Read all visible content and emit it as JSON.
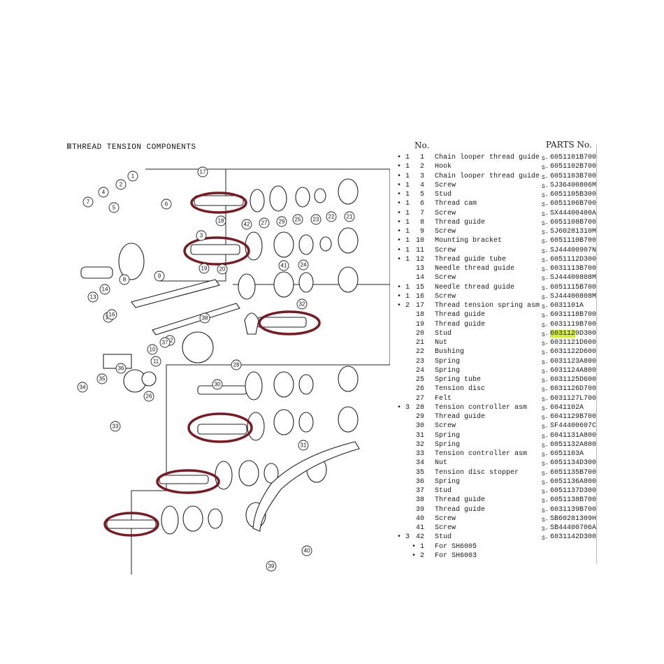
{
  "section_title": "ⅢTHREAD TENSION COMPONENTS",
  "header": {
    "no_label": "No.",
    "parts_label": "PARTS No."
  },
  "parts": [
    {
      "mark": "• 1",
      "num": "1",
      "desc": "Chain looper thread guide",
      "pfx": "S-",
      "pno": "6051101B700"
    },
    {
      "mark": "• 1",
      "num": "2",
      "desc": "Hook",
      "pfx": "S-",
      "pno": "6051102B700"
    },
    {
      "mark": "• 1",
      "num": "3",
      "desc": "Chain looper thread guide",
      "pfx": "S-",
      "pno": "6051103B700"
    },
    {
      "mark": "• 1",
      "num": "4",
      "desc": "Screw",
      "pfx": "S-",
      "pno": "SJ36400806M"
    },
    {
      "mark": "• 1",
      "num": "5",
      "desc": "Stud",
      "pfx": "S-",
      "pno": "6051105B300"
    },
    {
      "mark": "• 1",
      "num": "6",
      "desc": "Thread cam",
      "pfx": "S-",
      "pno": "6051106B700"
    },
    {
      "mark": "• 1",
      "num": "7",
      "desc": "Screw",
      "pfx": "S-",
      "pno": "SX44400400A"
    },
    {
      "mark": "• 1",
      "num": "8",
      "desc": "Thread guide",
      "pfx": "S-",
      "pno": "6051108B700"
    },
    {
      "mark": "• 1",
      "num": "9",
      "desc": "Screw",
      "pfx": "S-",
      "pno": "SJ60281310M"
    },
    {
      "mark": "• 1",
      "num": "10",
      "desc": "Mounting bracket",
      "pfx": "S-",
      "pno": "6051110B700"
    },
    {
      "mark": "• 1",
      "num": "11",
      "desc": "Screw",
      "pfx": "S-",
      "pno": "SJ44400907N"
    },
    {
      "mark": "• 1",
      "num": "12",
      "desc": "Thread guide tube",
      "pfx": "S-",
      "pno": "6051112D300"
    },
    {
      "mark": "",
      "num": "13",
      "desc": "Needle thread guide",
      "pfx": "S-",
      "pno": "6031113B700"
    },
    {
      "mark": "",
      "num": "14",
      "desc": "Screw",
      "pfx": "S-",
      "pno": "SJ44400808M"
    },
    {
      "mark": "• 1",
      "num": "15",
      "desc": "Needle thread guide",
      "pfx": "S-",
      "pno": "6051115B700"
    },
    {
      "mark": "• 1",
      "num": "16",
      "desc": "Screw",
      "pfx": "S-",
      "pno": "SJ44400808M"
    },
    {
      "mark": "• 2",
      "num": "17",
      "desc": "Thread tension spring asm",
      "pfx": "S-",
      "pno": "6031101A"
    },
    {
      "mark": "",
      "num": "18",
      "desc": "Thread guide",
      "pfx": "S-",
      "pno": "6031118B700"
    },
    {
      "mark": "",
      "num": "19",
      "desc": "Thread guide",
      "pfx": "S-",
      "pno": "6031119B700"
    },
    {
      "mark": "",
      "num": "20",
      "desc": "Stud",
      "pfx": "S-",
      "pno_hl": "603112",
      "pno": "0D300"
    },
    {
      "mark": "",
      "num": "21",
      "desc": "Nut",
      "pfx": "S-",
      "pno": "6031121D600"
    },
    {
      "mark": "",
      "num": "22",
      "desc": "Bushing",
      "pfx": "S-",
      "pno": "6031122D600"
    },
    {
      "mark": "",
      "num": "23",
      "desc": "Spring",
      "pfx": "S-",
      "pno": "6031123A800"
    },
    {
      "mark": "",
      "num": "24",
      "desc": "Spring",
      "pfx": "S-",
      "pno": "6031124A800"
    },
    {
      "mark": "",
      "num": "25",
      "desc": "Spring tube",
      "pfx": "S-",
      "pno": "6031125D600"
    },
    {
      "mark": "",
      "num": "26",
      "desc": "Tension disc",
      "pfx": "S-",
      "pno": "6031126D700"
    },
    {
      "mark": "",
      "num": "27",
      "desc": "Felt",
      "pfx": "S-",
      "pno": "6031127L700"
    },
    {
      "mark": "• 3",
      "num": "28",
      "desc": "Tension controller asm",
      "pfx": "S-",
      "pno": "6041102A"
    },
    {
      "mark": "",
      "num": "29",
      "desc": "Thread guide",
      "pfx": "S-",
      "pno": "6041129B700"
    },
    {
      "mark": "",
      "num": "30",
      "desc": "Screw",
      "pfx": "S-",
      "pno": "SF44400607C"
    },
    {
      "mark": "",
      "num": "31",
      "desc": "Spring",
      "pfx": "S-",
      "pno": "6041131A800"
    },
    {
      "mark": "",
      "num": "32",
      "desc": "Spring",
      "pfx": "S-",
      "pno": "6051132A800"
    },
    {
      "mark": "",
      "num": "33",
      "desc": "Tension controller asm",
      "pfx": "S-",
      "pno": "6051103A"
    },
    {
      "mark": "",
      "num": "34",
      "desc": "Nut",
      "pfx": "S-",
      "pno": "6051134D300"
    },
    {
      "mark": "",
      "num": "35",
      "desc": "Tension disc stopper",
      "pfx": "S-",
      "pno": "6051135B700"
    },
    {
      "mark": "",
      "num": "36",
      "desc": "Spring",
      "pfx": "S-",
      "pno": "6051136A800"
    },
    {
      "mark": "",
      "num": "37",
      "desc": "Stud",
      "pfx": "S-",
      "pno": "6051137D300"
    },
    {
      "mark": "",
      "num": "38",
      "desc": "Thread guide",
      "pfx": "S-",
      "pno": "6051138B700"
    },
    {
      "mark": "",
      "num": "39",
      "desc": "Thread guide",
      "pfx": "S-",
      "pno": "6031139B700"
    },
    {
      "mark": "",
      "num": "40",
      "desc": "Screw",
      "pfx": "S-",
      "pno": "SB60281309H"
    },
    {
      "mark": "",
      "num": "41",
      "desc": "Screw",
      "pfx": "S-",
      "pno": "SB44400706A"
    },
    {
      "mark": "• 3",
      "num": "42",
      "desc": "Stud",
      "pfx": "S-",
      "pno": "6031142D300"
    },
    {
      "mark": "",
      "num": "• 1",
      "desc": "For  SH6005",
      "pfx": "",
      "pno": ""
    },
    {
      "mark": "",
      "num": "• 2",
      "desc": "For  SH6003",
      "pfx": "",
      "pno": ""
    }
  ],
  "callouts": [
    "1",
    "2",
    "3",
    "4",
    "5",
    "6",
    "7",
    "8",
    "9",
    "10",
    "11",
    "12",
    "13",
    "14",
    "15",
    "16",
    "17",
    "18",
    "19",
    "20",
    "21",
    "22",
    "23",
    "24",
    "25",
    "26",
    "27",
    "28",
    "29",
    "30",
    "31",
    "32",
    "33",
    "34",
    "35",
    "36",
    "37",
    "38",
    "39",
    "40",
    "41",
    "42"
  ],
  "colors": {
    "circle_marker": "#7a1a22",
    "highlight": "#d4ef3a"
  },
  "icons": {
    "circle_marker": "red-ellipse-annotation"
  }
}
